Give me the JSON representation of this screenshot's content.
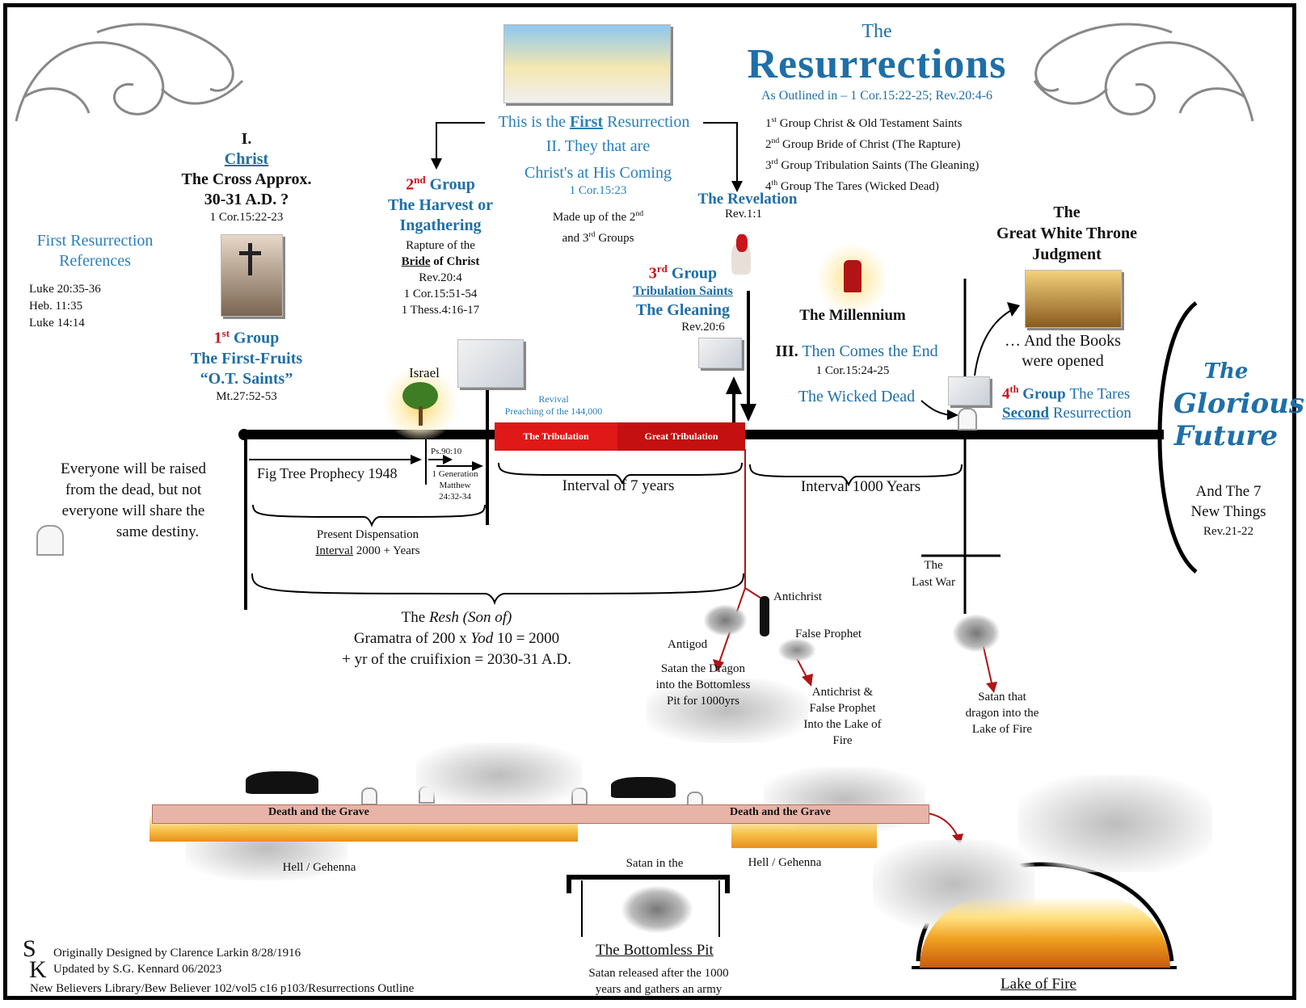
{
  "title": {
    "the": "The",
    "main": "Resurrections",
    "subtitle": "As Outlined in – 1 Cor.15:22-25; Rev.20:4-6"
  },
  "groups_list": [
    {
      "num": "1",
      "sup": "st",
      "text": "Group Christ & Old Testament Saints"
    },
    {
      "num": "2",
      "sup": "nd",
      "text": "Group Bride of Christ (The Rapture)"
    },
    {
      "num": "3",
      "sup": "rd",
      "text": "Group Tribulation Saints (The Gleaning)"
    },
    {
      "num": "4",
      "sup": "th",
      "text": "Group The Tares (Wicked Dead)"
    }
  ],
  "first_resurrection": {
    "pre": "This is the",
    "word": "First",
    "post": "Resurrection",
    "ii": "II. They that are",
    "christs": "Christ's at His Coming",
    "ref": "1 Cor.15:23",
    "made_up_1": "Made up of the 2",
    "made_up_1_sup": "nd",
    "made_up_2": "and 3",
    "made_up_2_sup": "rd",
    "made_up_3": "Groups"
  },
  "refs": {
    "heading_1": "First Resurrection",
    "heading_2": "References",
    "items": [
      "Luke 20:35-36",
      "Heb. 11:35",
      "Luke 14:14"
    ]
  },
  "christ": {
    "numeral": "I.",
    "name": "Christ",
    "cross": "The Cross Approx.",
    "date": "30-31 A.D. ?",
    "ref": "1 Cor.15:22-23",
    "group_num": "1",
    "group_sup": "st",
    "group_word": "Group",
    "fruits": "The First-Fruits",
    "saints": "“O.T. Saints”",
    "mt": "Mt.27:52-53"
  },
  "harvest": {
    "num": "2",
    "sup": "nd",
    "word": "Group",
    "line1": "The Harvest or",
    "line2": "Ingathering",
    "rapture": "Rapture of the",
    "bride": "Bride",
    "of_christ": "of Christ",
    "refs": [
      "Rev.20:4",
      "1 Cor.15:51-54",
      "1 Thess.4:16-17"
    ]
  },
  "revelation": {
    "title": "The Revelation",
    "ref": "Rev.1:1"
  },
  "gleaning": {
    "num": "3",
    "sup": "rd",
    "word": "Group",
    "saints": "Tribulation Saints",
    "title": "The Gleaning",
    "ref": "Rev.20:6"
  },
  "millennium": "The Millennium",
  "end": {
    "numeral": "III.",
    "text": "Then Comes the End",
    "ref": "1 Cor.15:24-25",
    "wicked": "The Wicked Dead"
  },
  "gwt": {
    "line1": "The",
    "line2": "Great White Throne",
    "line3": "Judgment",
    "books1": "… And the Books",
    "books2": "were opened"
  },
  "tares": {
    "num": "4",
    "sup": "th",
    "word": "Group",
    "text": "The Tares",
    "second": "Second",
    "res": "Resurrection"
  },
  "glorious": {
    "line1": "The",
    "line2": "Glorious",
    "line3": "Future",
    "line4": "And The 7",
    "line5": "New Things",
    "ref": "Rev.21-22"
  },
  "timeline": {
    "israel": "Israel",
    "revival": "Revival",
    "preaching": "Preaching of the 144,000",
    "tribulation": "The Tribulation",
    "great_tribulation": "Great Tribulation",
    "fig_tree": "Fig Tree Prophecy 1948",
    "ps": "Ps.90:10",
    "gen": [
      "1 Generation",
      "Matthew",
      "24:32-34"
    ],
    "interval7": "Interval of 7 years",
    "interval1000": "Interval 1000 Years",
    "present": "Present Dispensation",
    "interval_word": "Interval",
    "years2000": "2000 + Years",
    "last_war": [
      "The",
      "Last War"
    ]
  },
  "everyone": [
    "Everyone will be raised",
    "from the dead, but not",
    "everyone will share the",
    "same destiny."
  ],
  "resh": {
    "pre": "The",
    "resh": "Resh (Son of)",
    "line2a": "Gramatra of 200 x",
    "yod": "Yod",
    "line2b": "10 = 2000",
    "line3": "+ yr of the cruifixion = 2030-31 A.D."
  },
  "fates": {
    "antichrist": "Antichrist",
    "false_prophet": "False Prophet",
    "antigod": "Antigod",
    "satan_dragon": [
      "Satan the Dragon",
      "into the Bottomless",
      "Pit for 1000yrs"
    ],
    "ac_fp": [
      "Antichrist &",
      "False Prophet",
      "Into the Lake of",
      "Fire"
    ],
    "satan_lake": [
      "Satan that",
      "dragon into the",
      "Lake of Fire"
    ]
  },
  "bottom": {
    "death_grave": "Death and the Grave",
    "hell": "Hell / Gehenna",
    "satan_in_the": "Satan in the",
    "pit": "The Bottomless Pit",
    "released": [
      "Satan released after the 1000",
      "years and gathers an army"
    ],
    "lake": "Lake of Fire"
  },
  "credits": {
    "line1": "Originally Designed by Clarence Larkin 8/28/1916",
    "line2": "Updated by S.G. Kennard 06/2023",
    "line3": "New Believers Library/Bew Believer 102/vol5 c16 p103/Resurrections Outline",
    "mono_s": "S",
    "mono_k": "K"
  },
  "colors": {
    "blue": "#2a7fb8",
    "red": "#c8141c",
    "bar": "#e8b4a8"
  }
}
